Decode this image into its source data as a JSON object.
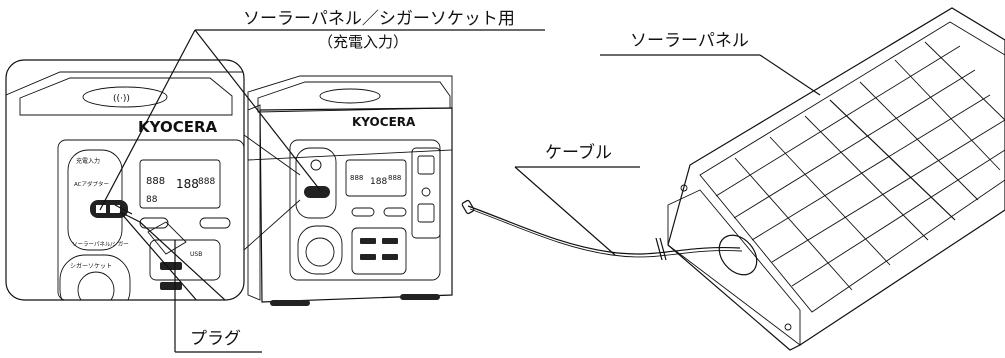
{
  "labels": {
    "solar_socket": "ソーラーパネル／シガーソケット用",
    "charge_input": "（充電入力）",
    "solar_panel": "ソーラーパネル",
    "cable": "ケーブル",
    "plug": "プラグ"
  },
  "device": {
    "brand": "KYOCERA",
    "port_labels": {
      "ac_adapter": "ACアダプター",
      "charge_in": "充電入力",
      "cigar_socket": "シガーソケット",
      "solar_cigar": "ソーラーパネル/シガー",
      "usb": "USB"
    }
  },
  "colors": {
    "line": "#111111",
    "device_fill": "#f2f2f2",
    "panel_fill": "#ffffff",
    "dark": "#222222"
  }
}
